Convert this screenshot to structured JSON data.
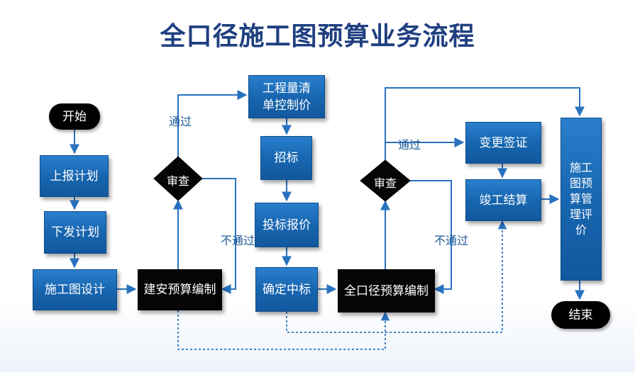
{
  "title": "全口径施工图预算业务流程",
  "nodes": {
    "start": "开始",
    "report_plan": "上报计划",
    "issue_plan": "下发计划",
    "design": "施工图设计",
    "build_budget": "建安预算编制",
    "review1": "审查",
    "control_price": "工程量清单控制价",
    "tender": "招标",
    "bid_offer": "投标报价",
    "award": "确定中标",
    "full_budget": "全口径预算编制",
    "review2": "审查",
    "change_visa": "变更签证",
    "completion": "竣工结算",
    "evaluation": "施工图预算管理评价",
    "end": "结束"
  },
  "edge_labels": {
    "pass1": "通过",
    "fail1": "不通过",
    "pass2": "通过",
    "fail2": "不通过"
  },
  "colors": {
    "title": "#1f3f80",
    "box_blue": "#1866b0",
    "arrow": "#2872bf",
    "edge_label": "#1f5a96"
  }
}
